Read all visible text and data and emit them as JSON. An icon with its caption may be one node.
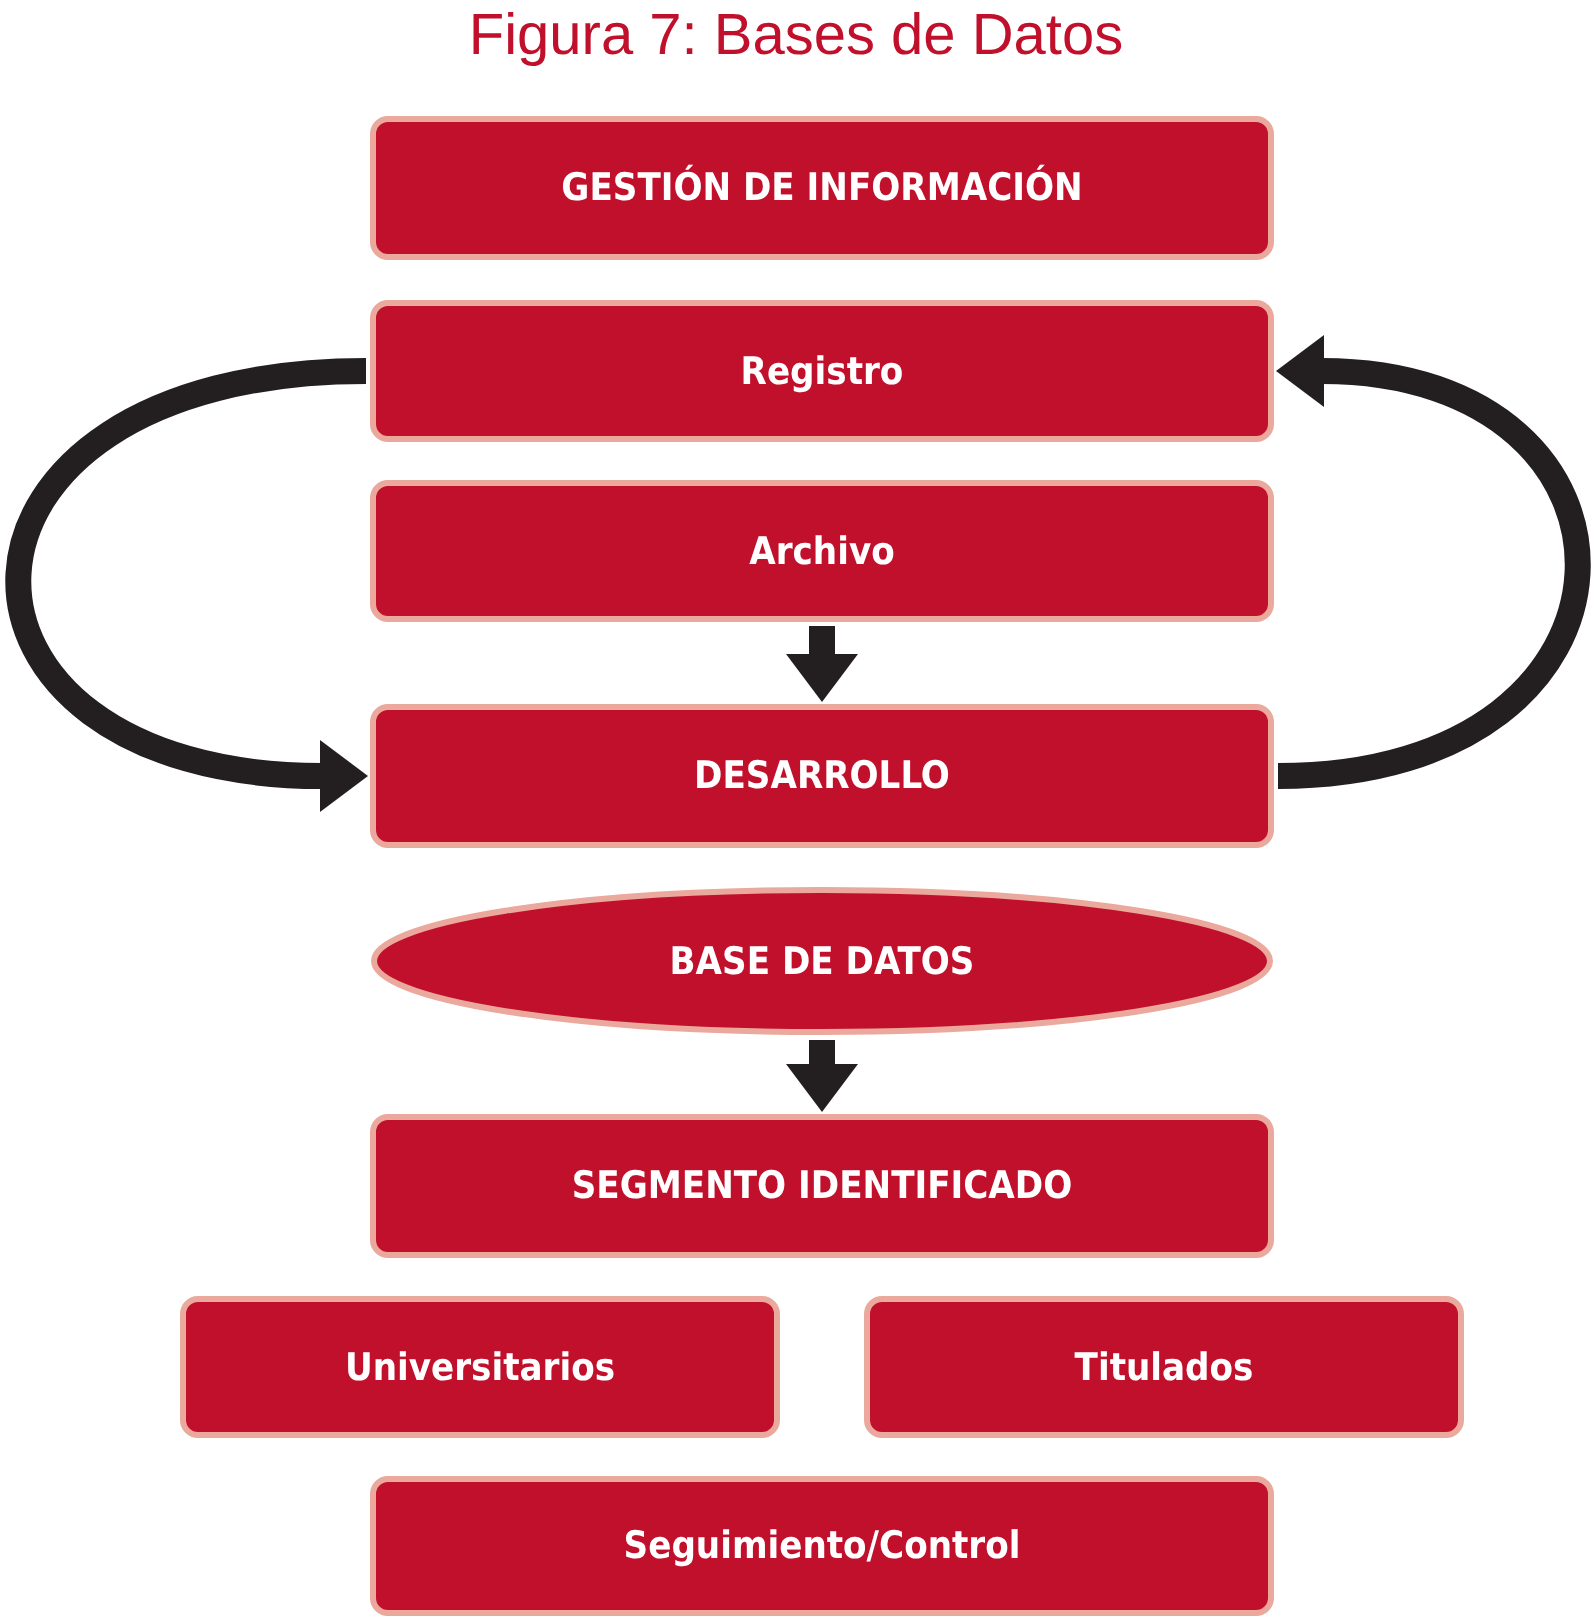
{
  "diagram": {
    "title": "Figura 7: Bases de Datos",
    "nodes": [
      {
        "text": [
          "GESTIÓN DE INFORMACIÓN"
        ]
      },
      {
        "text": [
          "Registro"
        ]
      },
      {
        "text": [
          "Archivo"
        ]
      },
      {
        "text": [
          "DESARROLLO"
        ]
      },
      {
        "text": [
          "BASE DE DATOS"
        ]
      },
      {
        "text": [
          "SEGMENTO IDENTIFICADO"
        ]
      },
      {
        "text": [
          "Universitarios"
        ]
      },
      {
        "text": [
          "Titulados"
        ]
      },
      {
        "text": [
          "Seguimiento/Control"
        ]
      }
    ],
    "edges": [
      {
        "from": 2,
        "to": 3,
        "arrow": "to"
      },
      {
        "from": 1,
        "to": 3,
        "arrow": "to"
      },
      {
        "from": 3,
        "to": 1,
        "arrow": "to"
      },
      {
        "from": 4,
        "to": 5,
        "arrow": "to"
      }
    ]
  }
}
